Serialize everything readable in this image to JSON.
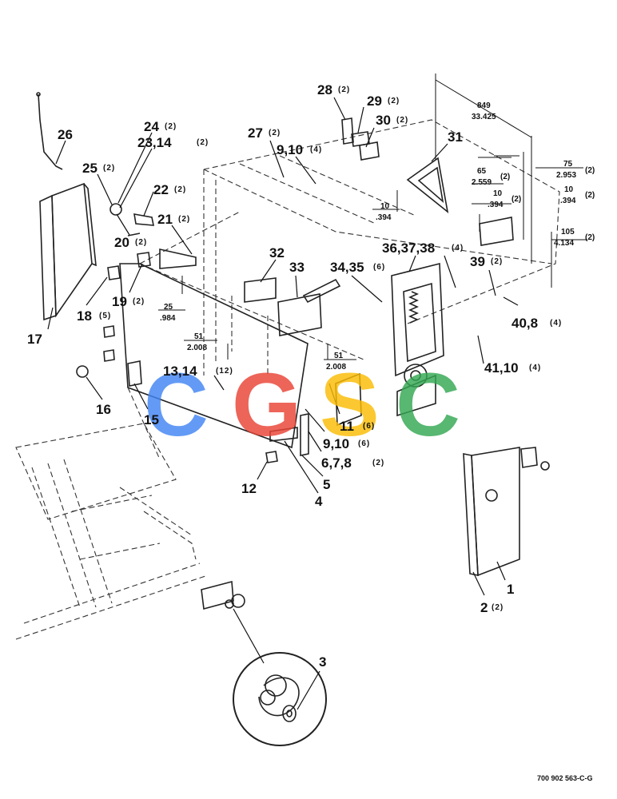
{
  "callouts": [
    {
      "id": "26",
      "label": "26",
      "qty": ""
    },
    {
      "id": "24",
      "label": "24",
      "qty": "(2)"
    },
    {
      "id": "23",
      "label": "23,14",
      "qty": "(2)"
    },
    {
      "id": "25",
      "label": "25",
      "qty": "(2)"
    },
    {
      "id": "22",
      "label": "22",
      "qty": "(2)"
    },
    {
      "id": "20",
      "label": "20",
      "qty": "(2)"
    },
    {
      "id": "21",
      "label": "21",
      "qty": "(2)"
    },
    {
      "id": "27",
      "label": "27",
      "qty": "(2)"
    },
    {
      "id": "9a",
      "label": "9,10",
      "qty": "(4)"
    },
    {
      "id": "28",
      "label": "28",
      "qty": "(2)"
    },
    {
      "id": "29",
      "label": "29",
      "qty": "(2)"
    },
    {
      "id": "30",
      "label": "30",
      "qty": "(2)"
    },
    {
      "id": "31",
      "label": "31",
      "qty": ""
    },
    {
      "id": "32",
      "label": "32",
      "qty": ""
    },
    {
      "id": "33",
      "label": "33",
      "qty": ""
    },
    {
      "id": "34",
      "label": "34,35",
      "qty": "(6)"
    },
    {
      "id": "36",
      "label": "36,37,38",
      "qty": "(4)"
    },
    {
      "id": "39",
      "label": "39",
      "qty": "(2)"
    },
    {
      "id": "40",
      "label": "40,8",
      "qty": "(4)"
    },
    {
      "id": "41",
      "label": "41,10",
      "qty": "(4)"
    },
    {
      "id": "17",
      "label": "17",
      "qty": ""
    },
    {
      "id": "18",
      "label": "18",
      "qty": "(5)"
    },
    {
      "id": "19",
      "label": "19",
      "qty": "(2)"
    },
    {
      "id": "16",
      "label": "16",
      "qty": ""
    },
    {
      "id": "15",
      "label": "15",
      "qty": ""
    },
    {
      "id": "13",
      "label": "13,14",
      "qty": "(12)"
    },
    {
      "id": "11",
      "label": "11",
      "qty": "(6)"
    },
    {
      "id": "9b",
      "label": "9,10",
      "qty": "(6)"
    },
    {
      "id": "6",
      "label": "6,7,8",
      "qty": "(2)"
    },
    {
      "id": "12",
      "label": "12",
      "qty": ""
    },
    {
      "id": "5",
      "label": "5",
      "qty": ""
    },
    {
      "id": "4",
      "label": "4",
      "qty": ""
    },
    {
      "id": "1",
      "label": "1",
      "qty": ""
    },
    {
      "id": "2",
      "label": "2",
      "qty": "(2)"
    },
    {
      "id": "3",
      "label": "3",
      "qty": ""
    }
  ],
  "dimensions": [
    {
      "id": "d849",
      "metric": "849",
      "imperial": "33.425",
      "qty": ""
    },
    {
      "id": "d75",
      "metric": "75",
      "imperial": "2.953",
      "qty": "(2)"
    },
    {
      "id": "d65",
      "metric": "65",
      "imperial": "2.559",
      "qty": "(2)"
    },
    {
      "id": "d10a",
      "metric": "10",
      "imperial": ".394",
      "qty": "(2)"
    },
    {
      "id": "d10b",
      "metric": "10",
      "imperial": ".394",
      "qty": "(2)"
    },
    {
      "id": "d10c",
      "metric": "10",
      "imperial": ".394",
      "qty": ""
    },
    {
      "id": "d105",
      "metric": "105",
      "imperial": "4.134",
      "qty": "(2)"
    },
    {
      "id": "d25",
      "metric": "25",
      "imperial": ".984",
      "qty": ""
    },
    {
      "id": "d51a",
      "metric": "51",
      "imperial": "2.008",
      "qty": ""
    },
    {
      "id": "d51b",
      "metric": "51",
      "imperial": "2.008",
      "qty": ""
    }
  ],
  "watermark": {
    "letters": [
      "C",
      "G",
      "S",
      "C"
    ],
    "colors": [
      "#4285f4",
      "#ea4335",
      "#fbbc05",
      "#34a853"
    ]
  },
  "footer": {
    "drawing_number": "700 902 563-C-G"
  }
}
